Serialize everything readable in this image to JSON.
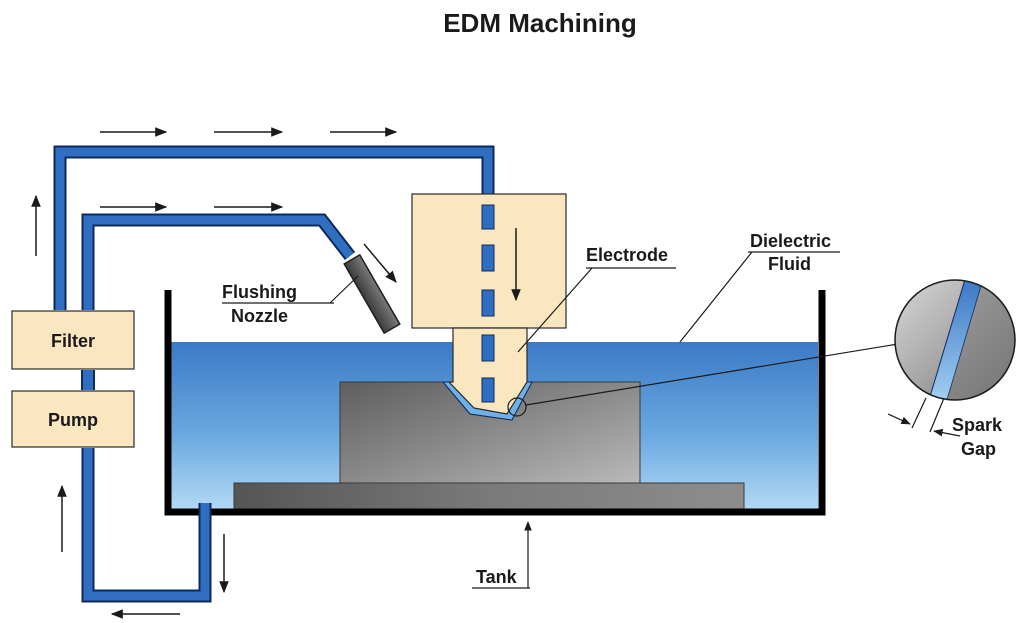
{
  "title": "EDM Machining",
  "labels": {
    "electrode": "Electrode",
    "dielectric_fluid_line1": "Dielectric",
    "dielectric_fluid_line2": "Fluid",
    "flushing_nozzle_line1": "Flushing",
    "flushing_nozzle_line2": "Nozzle",
    "filter": "Filter",
    "pump": "Pump",
    "tank": "Tank",
    "spark_gap_line1": "Spark",
    "spark_gap_line2": "Gap"
  },
  "colors": {
    "pipe": "#2a64b4",
    "pipe_outline": "#0d2a5c",
    "electrode_fill": "#fae7bf",
    "box_fill": "#fae7bf",
    "fluid_top": "#3f7fc9",
    "fluid_bottom": "#a9d3f3",
    "workpiece": "#7f7f7f",
    "tank_wall": "#000000"
  }
}
